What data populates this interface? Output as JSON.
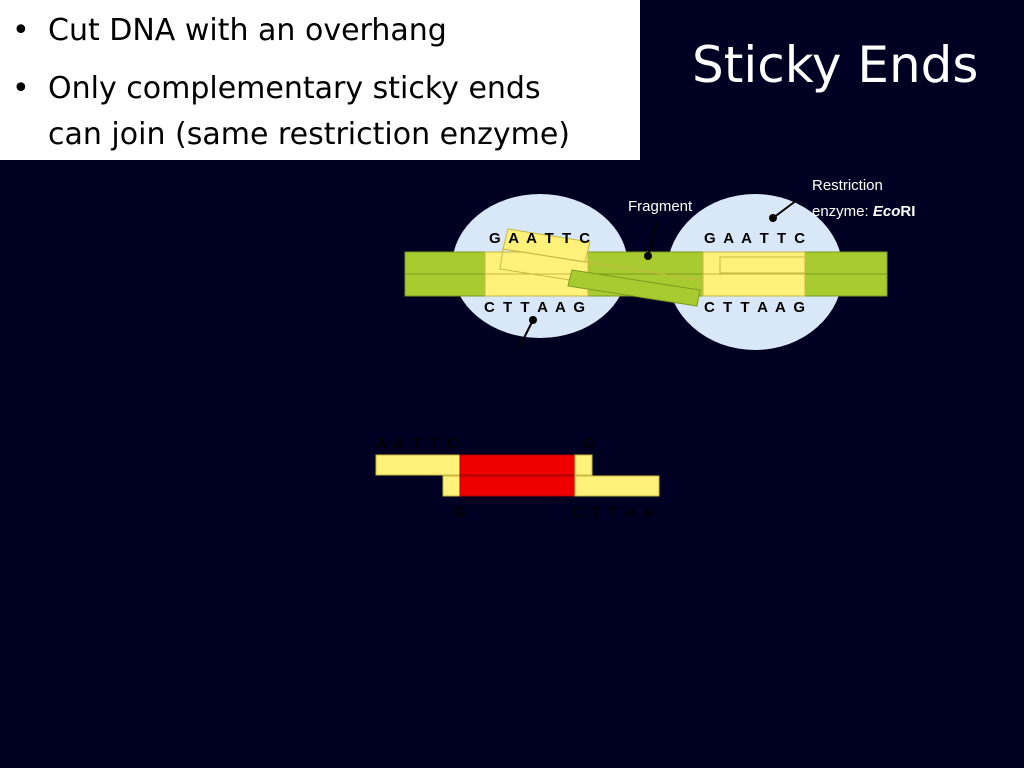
{
  "slide": {
    "title": "Sticky Ends",
    "bullets": [
      {
        "symbol": "•",
        "lines": [
          "Cut DNA with an overhang"
        ]
      },
      {
        "symbol": "•",
        "lines": [
          "Only complementary sticky ends",
          "can join (same restriction enzyme)"
        ]
      }
    ]
  },
  "diagram": {
    "colors": {
      "background": "#000022",
      "dna_strand": "#a8cc30",
      "sticky_end": "#fff17a",
      "insert_fragment": "#ee0000",
      "cut_site_bubble": "#d8e8f8"
    },
    "top": {
      "label_fragment": "Fragment",
      "label_enzyme_prefix": "Restriction",
      "label_enzyme_line2": "enzyme: ",
      "label_enzyme_italic": "Eco",
      "label_enzyme_suffix": "RI",
      "site_left_top": "G A A T T C",
      "site_left_bottom": "C T T A A G",
      "site_right_top": "G A A T T C",
      "site_right_bottom": "C T T A A G"
    },
    "bottom": {
      "left_top": "A A T T C",
      "right_top": "G",
      "left_bottom": "G",
      "right_bottom": "C T T A A"
    }
  }
}
